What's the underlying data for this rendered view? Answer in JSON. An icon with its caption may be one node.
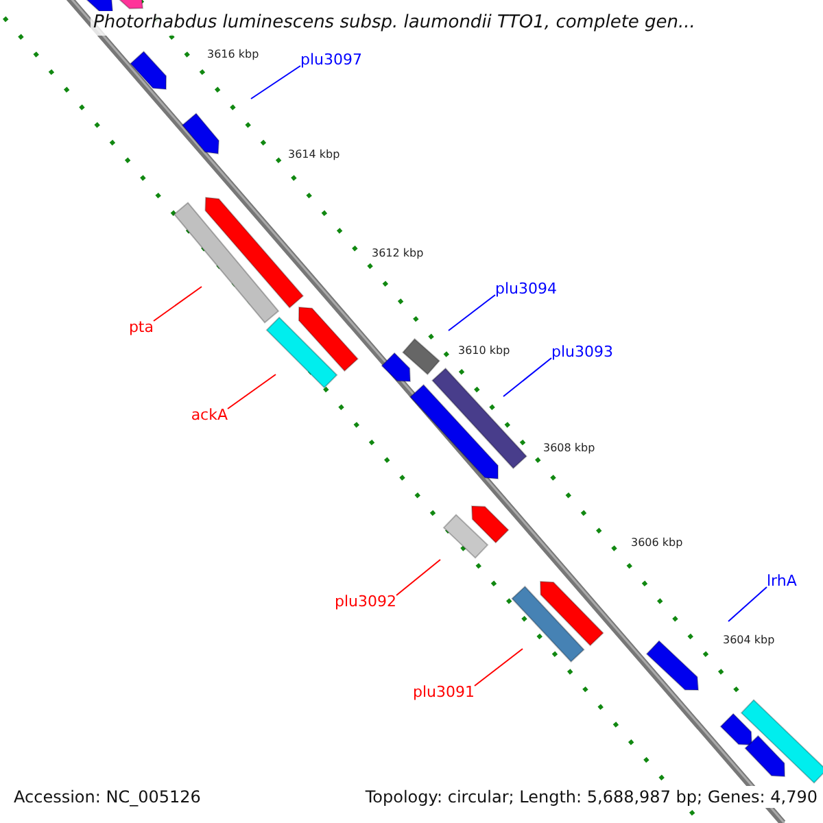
{
  "diagram": {
    "title": "Photorhabdus luminescens subsp. laumondii TTO1, complete gen...",
    "nodes": [
      {
        "text": [
          "plu3097"
        ]
      },
      {
        "text": [
          "plu3094"
        ]
      },
      {
        "text": [
          "pta"
        ]
      },
      {
        "text": [
          "plu3093"
        ]
      },
      {
        "text": [
          "ackA"
        ]
      },
      {
        "text": [
          "plu3092"
        ]
      },
      {
        "text": [
          "lrhA"
        ]
      },
      {
        "text": [
          "plu3091"
        ]
      }
    ],
    "edges": [
      {
        "from": 0,
        "to": null,
        "arrow": "none",
        "color": "#0000ff"
      },
      {
        "from": 1,
        "to": null,
        "arrow": "none",
        "color": "#0000ff"
      },
      {
        "from": 2,
        "to": null,
        "arrow": "none",
        "color": "#ff0000"
      },
      {
        "from": 3,
        "to": null,
        "arrow": "none",
        "color": "#0000ff"
      },
      {
        "from": 4,
        "to": null,
        "arrow": "none",
        "color": "#ff0000"
      },
      {
        "from": 5,
        "to": null,
        "arrow": "none",
        "color": "#ff0000"
      },
      {
        "from": 6,
        "to": null,
        "arrow": "none",
        "color": "#0000ff"
      },
      {
        "from": 7,
        "to": null,
        "arrow": "none",
        "color": "#ff0000"
      }
    ],
    "labels": [
      "3616 kbp",
      "3614 kbp",
      "3612 kbp",
      "3610 kbp",
      "3608 kbp",
      "3606 kbp",
      "3604 kbp",
      "Accession: NC_005126",
      "Topology: circular; Length: 5,688,987 bp; Genes: 4,790"
    ]
  }
}
